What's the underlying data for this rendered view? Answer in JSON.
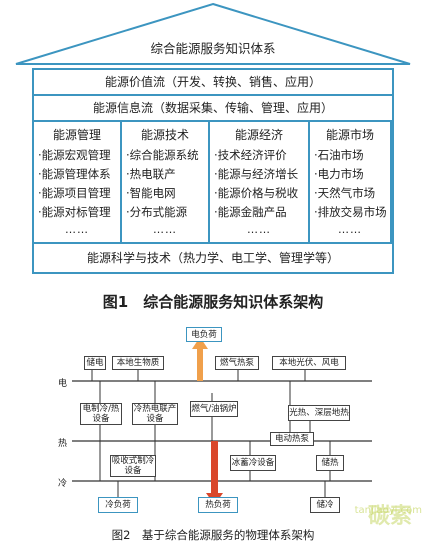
{
  "figure1": {
    "roof_title": "综合能源服务知识体系",
    "value_flow": "能源价值流（开发、转换、销售、应用）",
    "info_flow": "能源信息流（数据采集、传输、管理、应用）",
    "columns": [
      {
        "title": "能源管理",
        "items": [
          "·能源宏观管理",
          "·能源管理体系",
          "·能源项目管理",
          "·能源对标管理"
        ],
        "more": "……"
      },
      {
        "title": "能源技术",
        "items": [
          "·综合能源系统",
          "·热电联产",
          "·智能电网",
          "·分布式能源"
        ],
        "more": "……"
      },
      {
        "title": "能源经济",
        "items": [
          "·技术经济评价",
          "·能源与经济增长",
          "·能源价格与税收",
          "·能源金融产品"
        ],
        "more": "……"
      },
      {
        "title": "能源市场",
        "items": [
          "·石油市场",
          "·电力市场",
          "·天然气市场",
          "·排放交易市场"
        ],
        "more": "……"
      }
    ],
    "foundation": "能源科学与技术（热力学、电工学、管理学等）",
    "caption": "图1　综合能源服务知识体系架构"
  },
  "figure2": {
    "bus_labels": {
      "electric": "电",
      "heat": "热",
      "cold": "冷"
    },
    "boxes": {
      "elec_load": "电负荷",
      "storage_elec": "储电",
      "biomass": "本地生物质",
      "gas_heat_pump": "燃气热泵",
      "pv_wind": "本地光伏、风电",
      "elec_cool_heat": "电制冷/热设备",
      "chp": "冷热电联产设备",
      "boiler": "燃气/油锅炉",
      "solar_geo": "光热、深层地热",
      "elec_heat_pump": "电动热泵",
      "absorption": "吸收式制冷设备",
      "ice_storage": "冰蓄冷设备",
      "heat_storage": "储热",
      "cold_load": "冷负荷",
      "heat_load": "热负荷",
      "cold_storage": "储冷"
    },
    "caption": "图2　基于综合能源服务的物理体系架构",
    "watermark": "碳索",
    "watermark_url": "tanjiaoyi.com"
  },
  "colors": {
    "frame": "#3c95c0",
    "heat_arrow": "#d9472b",
    "elec_arrow": "#f0a04b",
    "load_box": "#3c95c0"
  }
}
